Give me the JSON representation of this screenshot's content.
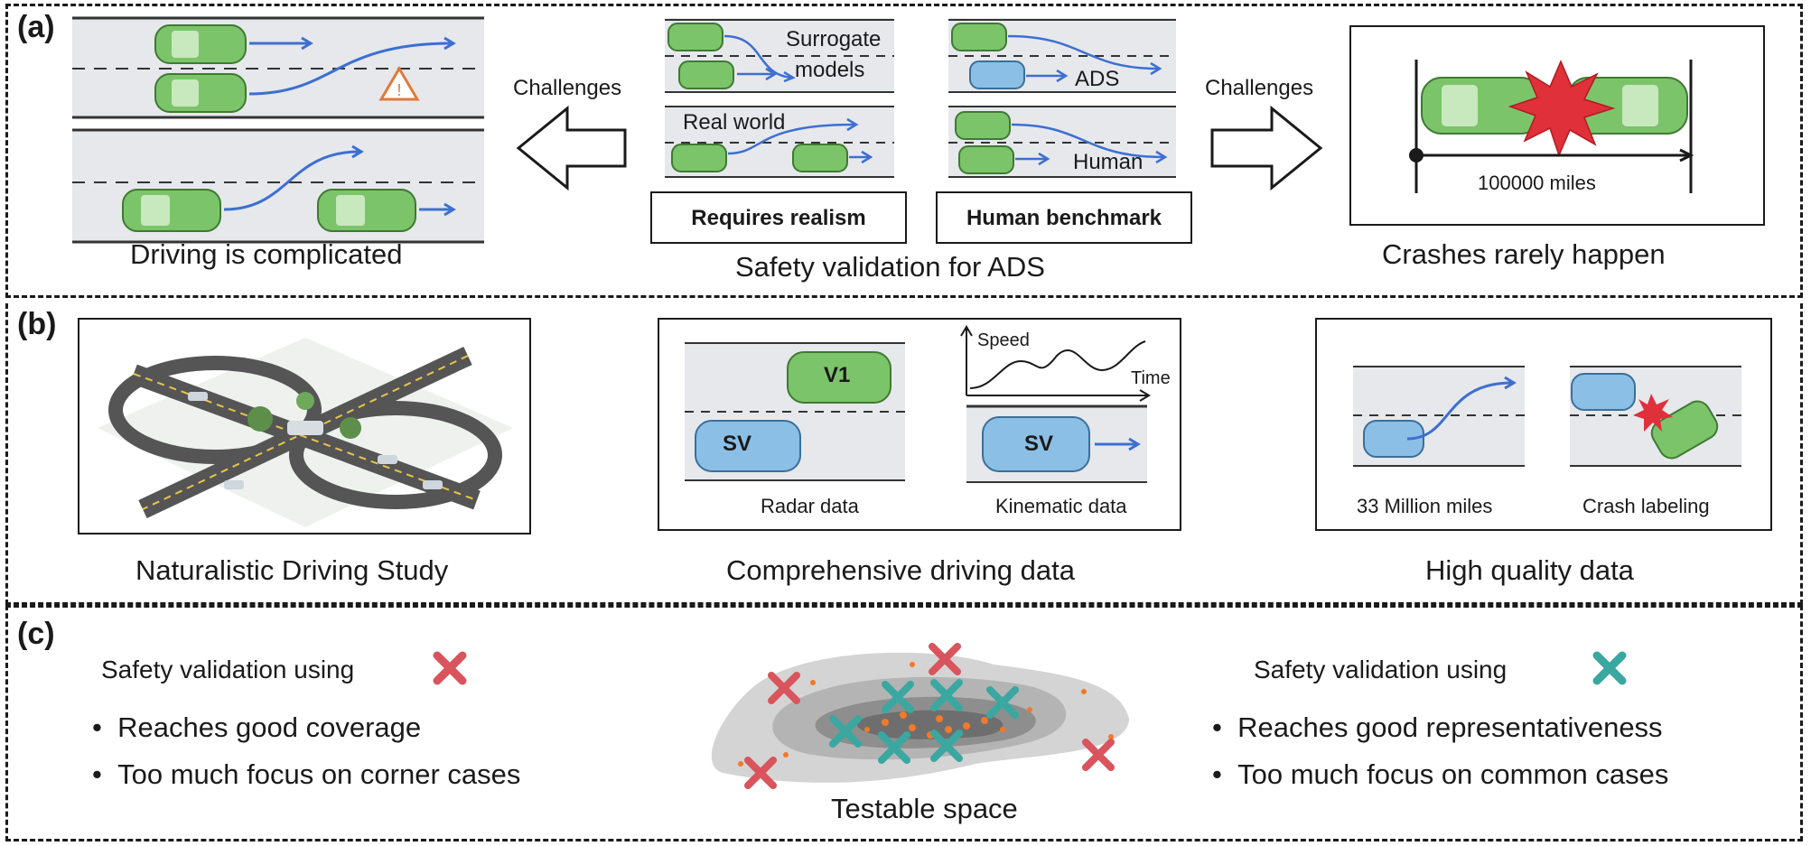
{
  "panels": {
    "a": {
      "label": "(a)",
      "left_caption": "Driving is complicated",
      "challenges_left": "Challenges",
      "challenges_right": "Challenges",
      "surrogate_label": "Surrogate",
      "models_label": "models",
      "real_world_label": "Real world",
      "ads_label": "ADS",
      "human_label": "Human",
      "requires_realism": "Requires realism",
      "human_benchmark": "Human benchmark",
      "center_caption": "Safety validation for ADS",
      "miles_label": "100000 miles",
      "right_caption": "Crashes rarely happen"
    },
    "b": {
      "label": "(b)",
      "nds_caption": "Naturalistic Driving Study",
      "v1_label": "V1",
      "sv_label": "SV",
      "speed_label": "Speed",
      "time_label": "Time",
      "radar_label": "Radar data",
      "kinematic_label": "Kinematic data",
      "center_caption": "Comprehensive driving data",
      "miles_label": "33 Million miles",
      "crash_label": "Crash labeling",
      "right_caption": "High quality data"
    },
    "c": {
      "label": "(c)",
      "left_title": "Safety validation using",
      "left_bullets": [
        "Reaches good coverage",
        "Too much focus on corner cases"
      ],
      "center_caption": "Testable space",
      "right_title": "Safety validation using",
      "right_bullets": [
        "Reaches good representativeness",
        "Too much focus on common cases"
      ]
    }
  },
  "colors": {
    "car_green": "#7cc46a",
    "car_blue": "#8cbfe6",
    "arrow_blue": "#3d6fd1",
    "crash_red": "#e0303a",
    "cross_red": "#d9545c",
    "cross_teal": "#3aa8a0",
    "road_gray": "#e6e8ec"
  },
  "icons": [
    "warning-icon",
    "crash-burst-icon",
    "cross-mark-icon",
    "hollow-arrow-icon"
  ]
}
